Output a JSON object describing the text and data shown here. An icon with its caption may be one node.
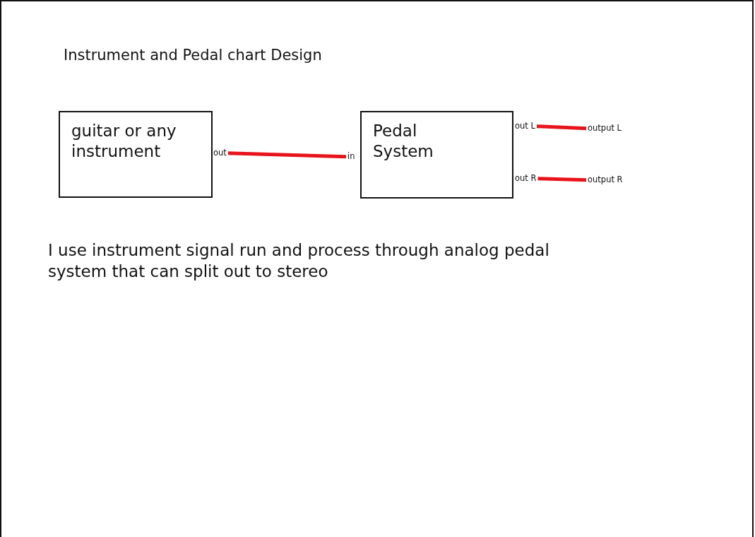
{
  "diagram": {
    "title": "Instrument and Pedal chart Design",
    "nodes": [
      {
        "text": [
          "guitar or any instrument"
        ]
      },
      {
        "text": [
          "Pedal System"
        ]
      },
      {
        "text": [
          "out"
        ]
      },
      {
        "text": [
          "in"
        ]
      },
      {
        "text": [
          "out L"
        ]
      },
      {
        "text": [
          "out R"
        ]
      },
      {
        "text": [
          "output L"
        ]
      },
      {
        "text": [
          "output R"
        ]
      }
    ],
    "edges": [
      {
        "from": 2,
        "to": 3,
        "arrow": "none"
      },
      {
        "from": 4,
        "to": 6,
        "arrow": "none"
      },
      {
        "from": 5,
        "to": 7,
        "arrow": "none"
      }
    ],
    "labels": [
      "I use instrument signal run and process through analog pedal system that can split out to stereo"
    ]
  }
}
